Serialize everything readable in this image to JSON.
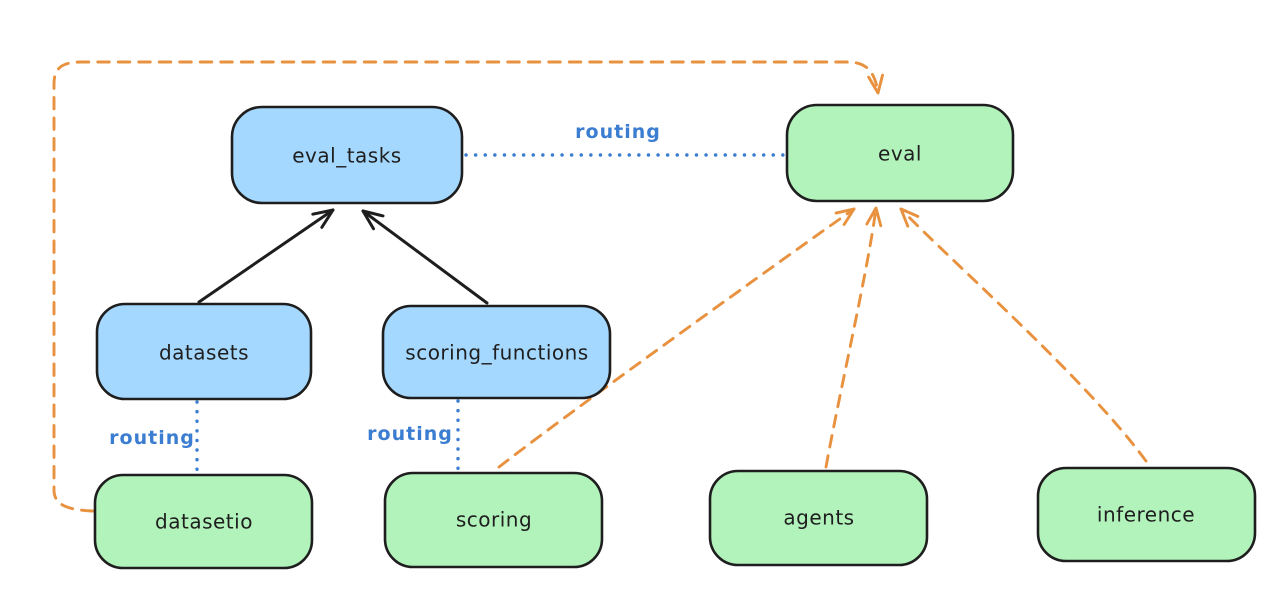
{
  "diagram": {
    "background": "#ffffff",
    "nodes": [
      {
        "id": "eval_tasks",
        "label": "eval_tasks",
        "color": "blue"
      },
      {
        "id": "eval",
        "label": "eval",
        "color": "green"
      },
      {
        "id": "datasets",
        "label": "datasets",
        "color": "blue"
      },
      {
        "id": "scoring_functions",
        "label": "scoring_functions",
        "color": "blue"
      },
      {
        "id": "datasetio",
        "label": "datasetio",
        "color": "green"
      },
      {
        "id": "scoring",
        "label": "scoring",
        "color": "green"
      },
      {
        "id": "agents",
        "label": "agents",
        "color": "green"
      },
      {
        "id": "inference",
        "label": "inference",
        "color": "green"
      }
    ],
    "edges": [
      {
        "from": "datasets",
        "to": "eval_tasks",
        "style": "solid",
        "color": "black",
        "arrow": true
      },
      {
        "from": "scoring_functions",
        "to": "eval_tasks",
        "style": "solid",
        "color": "black",
        "arrow": true
      },
      {
        "from": "eval_tasks",
        "to": "eval",
        "style": "dotted",
        "color": "blue",
        "label": "routing"
      },
      {
        "from": "datasets",
        "to": "datasetio",
        "style": "dotted",
        "color": "blue",
        "label": "routing"
      },
      {
        "from": "scoring_functions",
        "to": "scoring",
        "style": "dotted",
        "color": "blue",
        "label": "routing"
      },
      {
        "from": "datasetio",
        "to": "eval",
        "style": "dashed",
        "color": "orange",
        "arrow": true
      },
      {
        "from": "scoring",
        "to": "eval",
        "style": "dashed",
        "color": "orange",
        "arrow": true
      },
      {
        "from": "agents",
        "to": "eval",
        "style": "dashed",
        "color": "orange",
        "arrow": true
      },
      {
        "from": "inference",
        "to": "eval",
        "style": "dashed",
        "color": "orange",
        "arrow": true
      }
    ],
    "colors": {
      "blue_node_fill": "#a5d8ff",
      "green_node_fill": "#b2f2bb",
      "node_border": "#1e1e1e",
      "node_text": "#1e1e1e",
      "black_edge": "#1e1e1e",
      "routing_blue": "#3b7dd1",
      "orange_dashed": "#e8913f"
    }
  }
}
